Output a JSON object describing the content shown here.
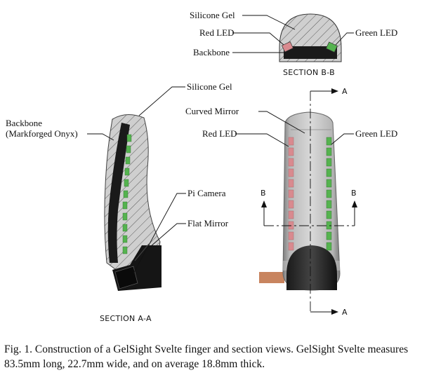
{
  "labels": {
    "section_bb_silicone_gel": "Silicone Gel",
    "section_bb_red_led": "Red LED",
    "section_bb_green_led": "Green LED",
    "section_bb_backbone": "Backbone",
    "section_bb_title": "SECTION B-B",
    "section_aa_silicone_gel": "Silicone Gel",
    "section_aa_backbone_line1": "Backbone",
    "section_aa_backbone_line2": "(Markforged Onyx)",
    "pi_camera": "Pi Camera",
    "flat_mirror": "Flat Mirror",
    "section_aa_title": "SECTION A-A",
    "curved_mirror": "Curved Mirror",
    "front_red_led": "Red LED",
    "front_green_led": "Green LED",
    "cut_a_top": "A",
    "cut_a_bottom": "A",
    "cut_b_left": "B",
    "cut_b_right": "B"
  },
  "caption": "Fig. 1.  Construction of a GelSight Svelte finger and section views. GelSight Svelte measures 83.5mm long, 22.7mm wide, and on average 18.8mm thick.",
  "colors": {
    "red_led": "#d98a8f",
    "green_led": "#55b34f",
    "backbone": "#1a1a1a",
    "gel_gray": "#9a9a9a",
    "cable": "#c8845f"
  }
}
